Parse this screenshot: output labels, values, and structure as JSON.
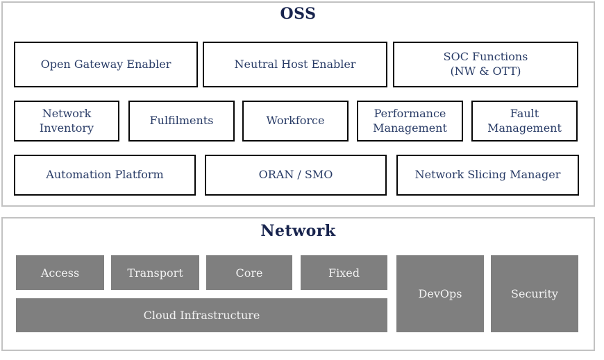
{
  "colors": {
    "title_navy": "#17234d",
    "box_text_navy": "#283b66",
    "box_border": "#060606",
    "container_border": "#c2c2c2",
    "gray_fill": "#7f7f7f",
    "gray_text": "#f2f2f2"
  },
  "oss": {
    "title": "OSS",
    "row1": [
      "Open Gateway Enabler",
      "Neutral Host Enabler",
      "SOC Functions\n(NW & OTT)"
    ],
    "row2": [
      "Network\nInventory",
      "Fulfilments",
      "Workforce",
      "Performance\nManagement",
      "Fault\nManagement"
    ],
    "row3": [
      "Automation Platform",
      "ORAN / SMO",
      "Network Slicing Manager"
    ]
  },
  "network": {
    "title": "Network",
    "layers": [
      "Access",
      "Transport",
      "Core",
      "Fixed"
    ],
    "cloud": "Cloud Infrastructure",
    "pillars": [
      "DevOps",
      "Security"
    ]
  }
}
